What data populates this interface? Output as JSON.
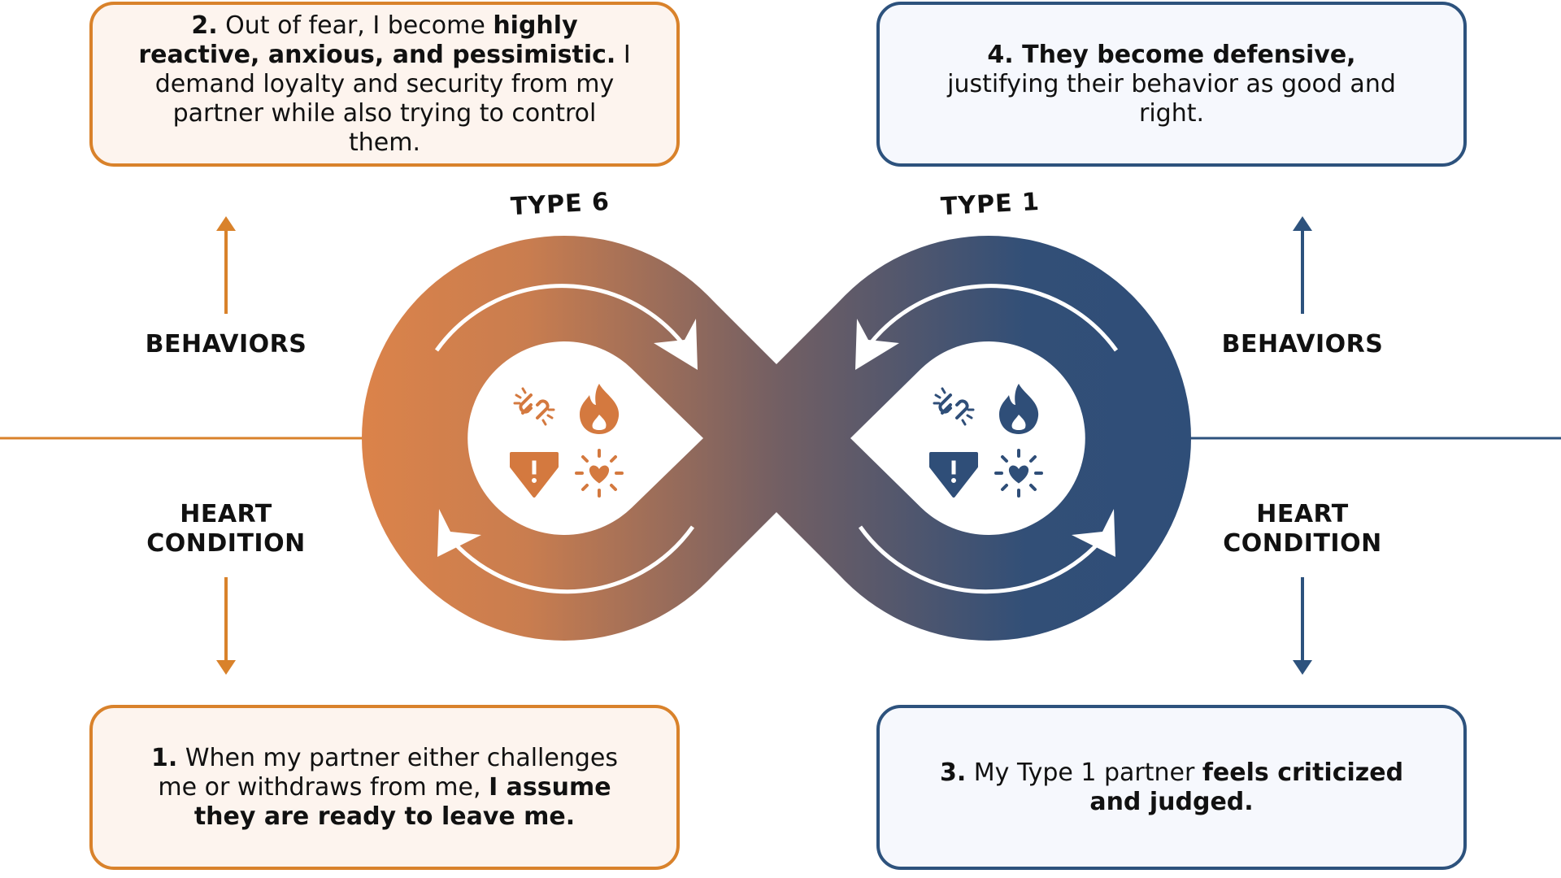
{
  "colors": {
    "orange": "#d9822b",
    "blue": "#2d527d",
    "orange_bg": "#fdf4ee",
    "blue_bg": "#f6f8fd"
  },
  "types": {
    "left": "TYPE 6",
    "right": "TYPE 1"
  },
  "labels": {
    "behaviors": "BEHAVIORS",
    "heart_condition_1": "HEART",
    "heart_condition_2": "CONDITION"
  },
  "boxes": {
    "step1": {
      "num": "1.",
      "t1": " When my partner either challenges me or withdraws from me, ",
      "t2": "I assume they are ready to leave me."
    },
    "step2": {
      "num": "2.",
      "t1": " Out of fear, I become ",
      "t2": "highly reactive, anxious, and pessimistic.",
      "t3": " I demand loyalty and security from my partner while also trying to control them."
    },
    "step3": {
      "num": "3.",
      "t1": " My Type 1 partner ",
      "t2": "feels criticized and judged."
    },
    "step4": {
      "num": "4.",
      "t2": " They become defensive,",
      "t1": " justifying their behavior as good and right."
    }
  },
  "icons": [
    "broken-link-icon",
    "flame-icon",
    "warning-shield-icon",
    "heart-burst-icon"
  ]
}
